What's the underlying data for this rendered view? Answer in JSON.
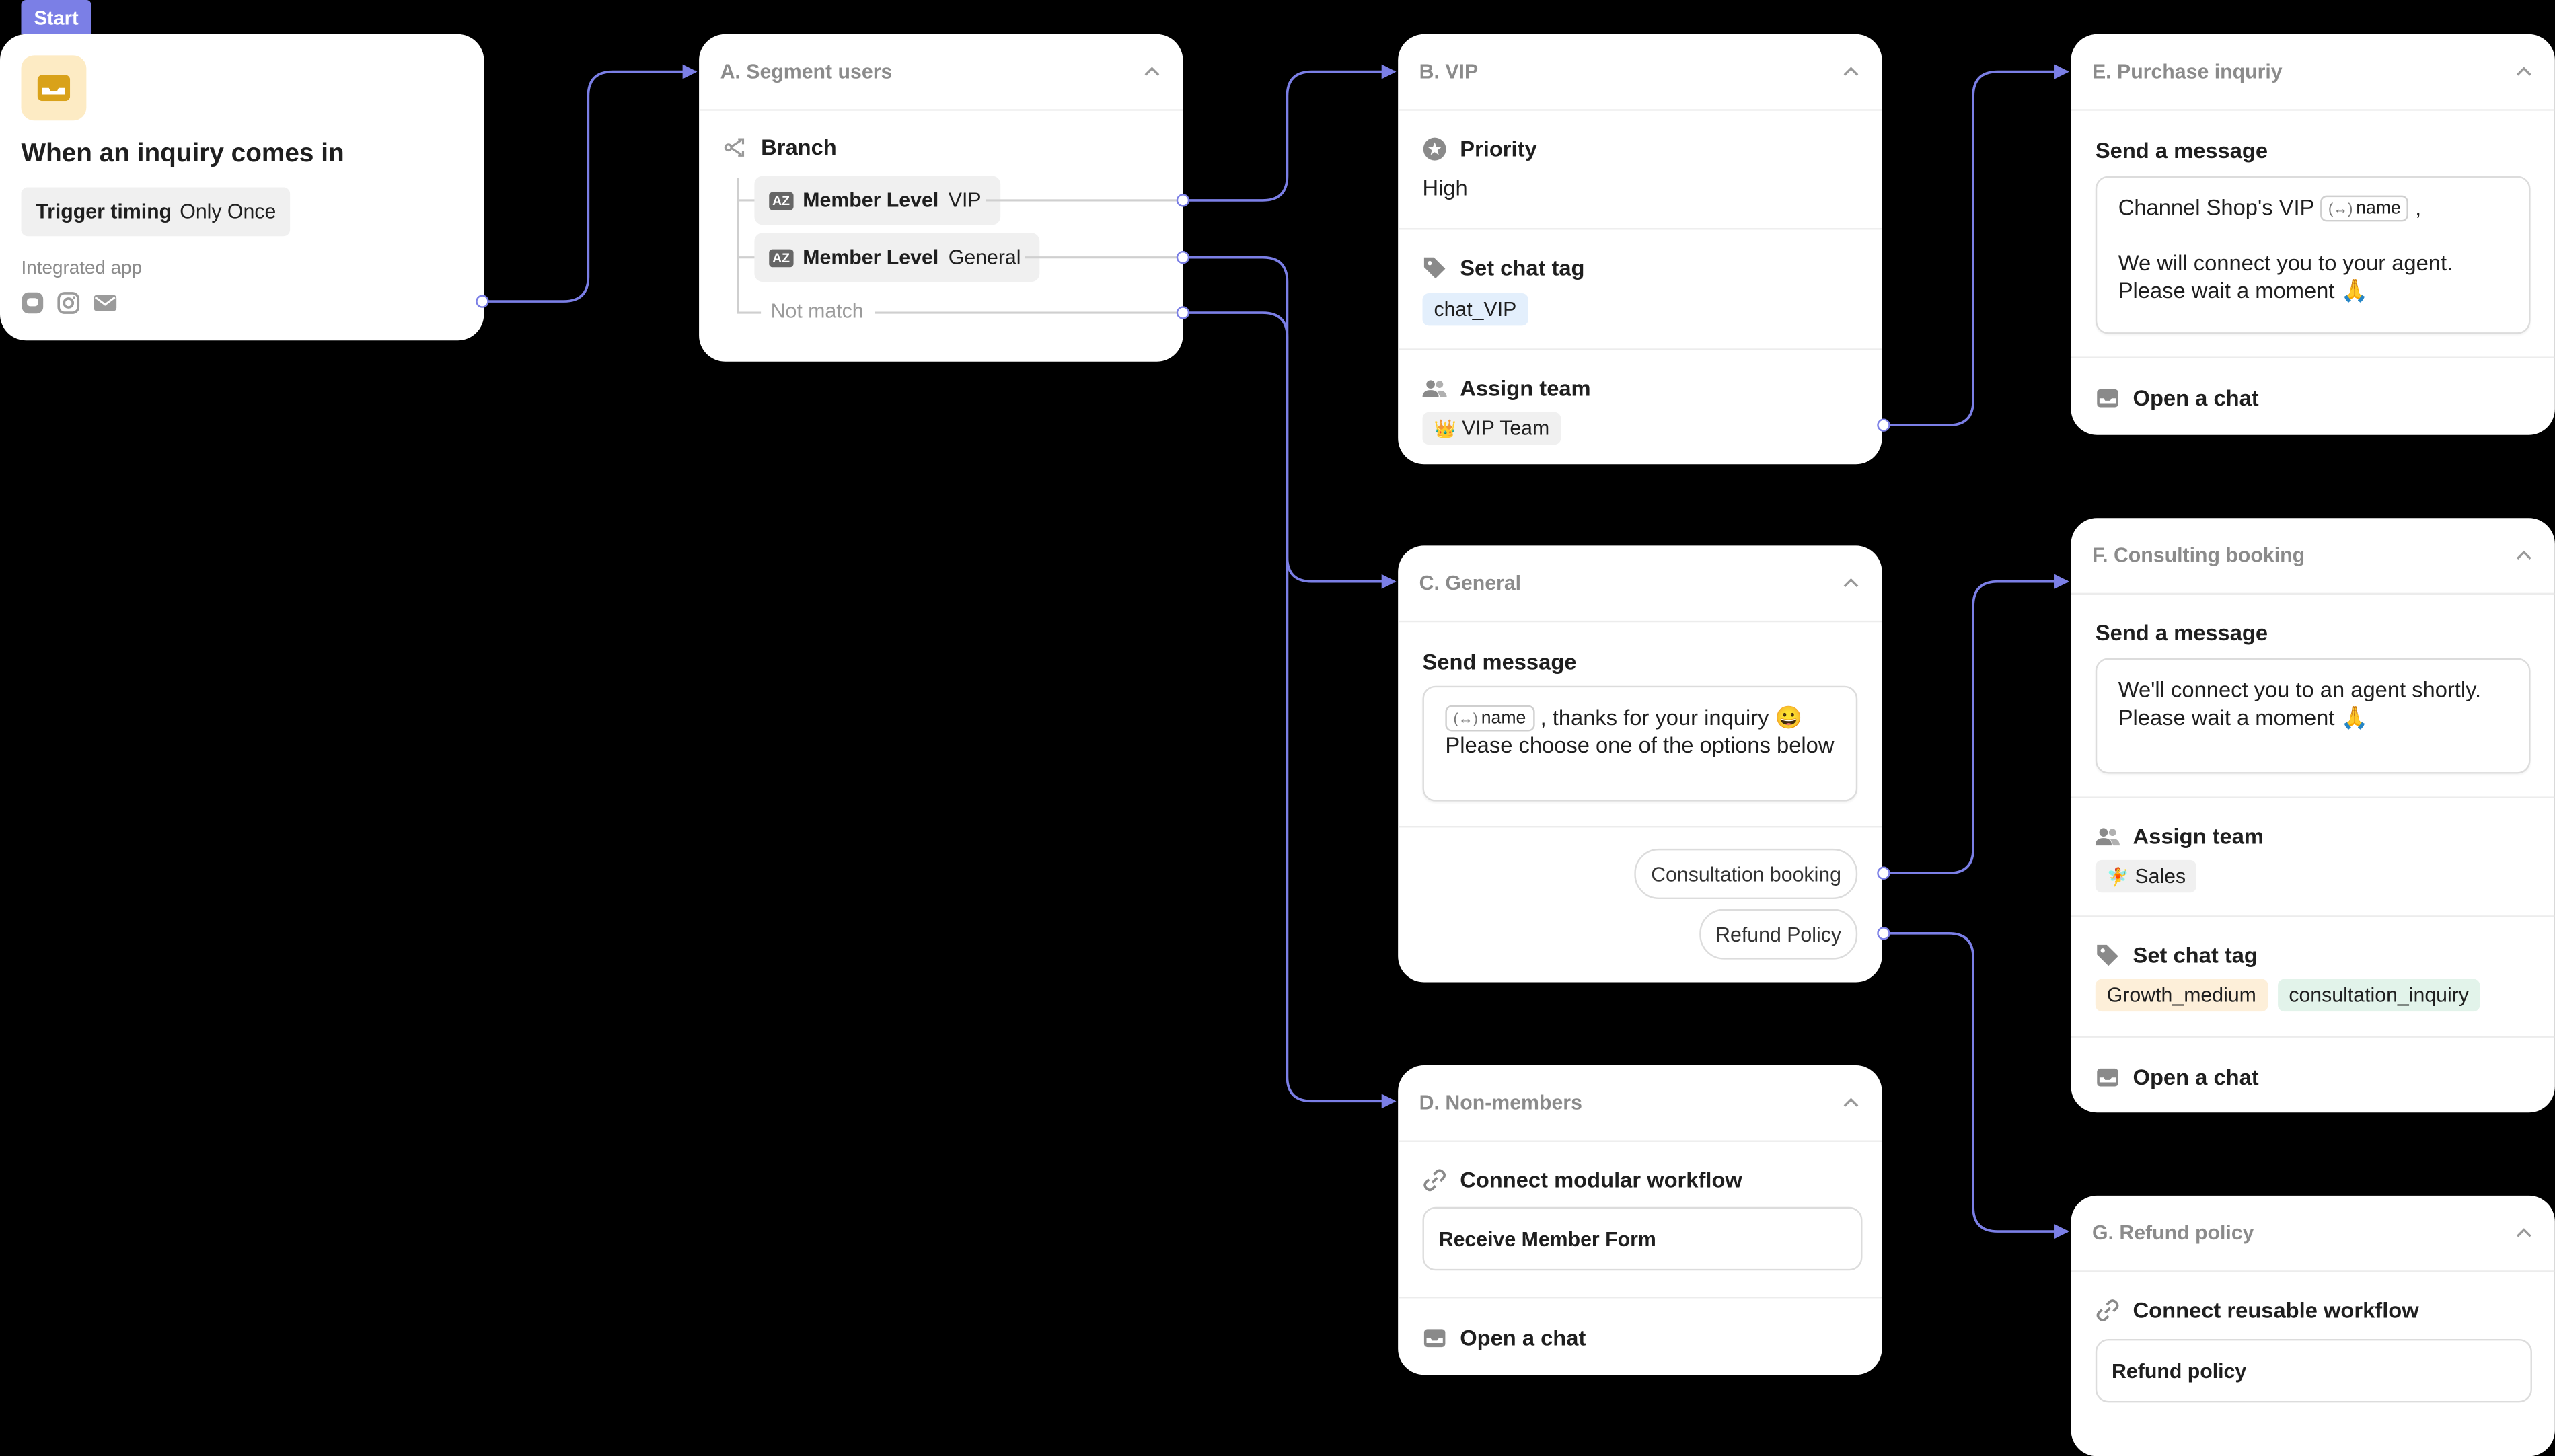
{
  "start": {
    "badge": "Start",
    "title": "When an inquiry comes in",
    "trigger_label": "Trigger timing",
    "trigger_value": "Only Once",
    "integrated_label": "Integrated app",
    "apps": [
      "chat-bubble-icon",
      "instagram-icon",
      "mail-icon"
    ]
  },
  "segment": {
    "title": "A. Segment users",
    "branch_label": "Branch",
    "conditions": [
      {
        "field": "Member Level",
        "value": "VIP"
      },
      {
        "field": "Member Level",
        "value": "General"
      }
    ],
    "not_match": "Not match"
  },
  "vip": {
    "title": "B. VIP",
    "priority_label": "Priority",
    "priority_value": "High",
    "tag_label": "Set chat tag",
    "tag_value": "chat_VIP",
    "team_label": "Assign team",
    "team_value": "VIP Team",
    "team_emoji": "👑"
  },
  "general": {
    "title": "C. General",
    "send_label": "Send message",
    "var": "name",
    "msg_after_var": ", thanks for your inquiry 😀",
    "msg_line2": "Please choose one of the options below",
    "option1": "Consultation booking",
    "option2": "Refund Policy"
  },
  "nonmembers": {
    "title": "D. Non-members",
    "connect_label": "Connect modular workflow",
    "workflow": "Receive Member Form",
    "open_chat": "Open a chat"
  },
  "purchase": {
    "title": "E. Purchase inquriy",
    "send_label": "Send a message",
    "msg_before_var": "Channel Shop's VIP",
    "var": "name",
    "msg_after_var": ",",
    "msg_line2": "We will connect you to your agent.",
    "msg_line3": "Please wait a moment 🙏",
    "open_chat": "Open a chat"
  },
  "consulting": {
    "title": "F. Consulting booking",
    "send_label": "Send a message",
    "msg_line1": "We'll connect you to an agent shortly.",
    "msg_line2": "Please wait a moment 🙏",
    "team_label": "Assign team",
    "team_value": "Sales",
    "team_emoji": "🧚",
    "tag_label": "Set chat tag",
    "tags": [
      "Growth_medium",
      "consultation_inquiry"
    ],
    "open_chat": "Open a chat"
  },
  "refund": {
    "title": "G. Refund policy",
    "connect_label": "Connect reusable workflow",
    "workflow": "Refund policy"
  },
  "colors": {
    "accent": "#7b7fe6",
    "start_badge": "#7b7fe6",
    "trigger_icon_bg": "#fdebc4",
    "trigger_icon": "#d9a21a",
    "tag_blue": "#e3effc",
    "tag_orange": "#fdefd9",
    "tag_green": "#e2f3ea"
  }
}
